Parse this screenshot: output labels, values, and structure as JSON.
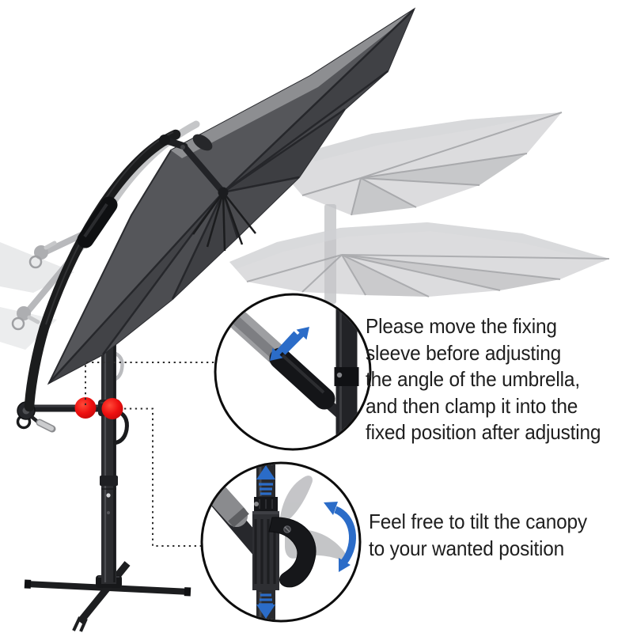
{
  "diagram": {
    "subject": "Offset cantilever patio umbrella tilt adjustment instructions",
    "colors": {
      "background": "#ffffff",
      "canopy_dark": "#55565a",
      "canopy_ghost": "#c4c5c8",
      "frame_metal": "#1b1c1d",
      "marker_red": "#ee1010",
      "arrow_blue": "#2b6cc8",
      "callout_stroke": "#0d0d0d",
      "text": "#1e1e1e"
    },
    "icons": [
      "slide-double-arrow-icon",
      "rotate-double-arrow-icon",
      "move-up-arrow-icon",
      "move-down-arrow-icon",
      "red-joint-marker-icon",
      "crank-handle-icon",
      "tilt-hook-icon"
    ],
    "callout_count": 2,
    "red_marker_count": 2
  },
  "notes": {
    "fixing_sleeve": {
      "lines": [
        "Please move the fixing",
        "sleeve before adjusting",
        "the angle of the umbrella,",
        "and then clamp it into the",
        "fixed position after adjusting"
      ]
    },
    "tilt": {
      "lines": [
        "Feel free to tilt the canopy",
        "to your wanted position"
      ]
    }
  }
}
